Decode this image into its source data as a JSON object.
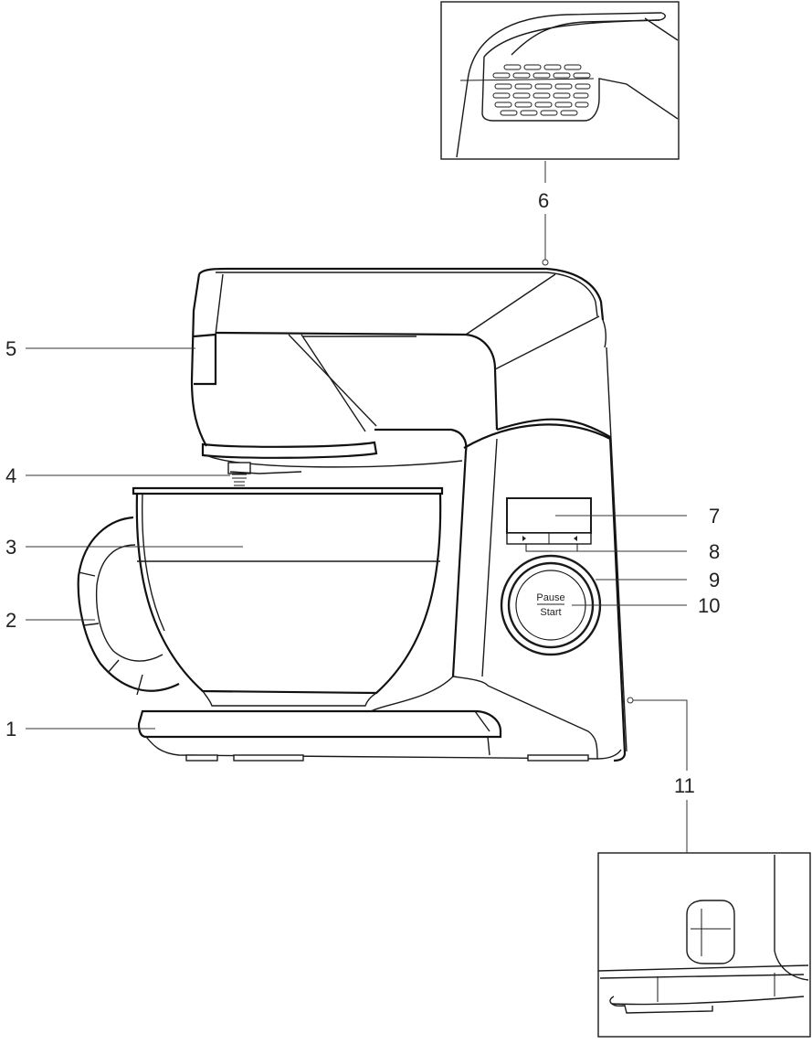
{
  "callouts": [
    {
      "number": "1"
    },
    {
      "number": "2"
    },
    {
      "number": "3"
    },
    {
      "number": "4"
    },
    {
      "number": "5"
    },
    {
      "number": "6"
    },
    {
      "number": "7"
    },
    {
      "number": "8"
    },
    {
      "number": "9"
    },
    {
      "number": "10"
    },
    {
      "number": "11"
    }
  ],
  "start_button": {
    "line1": "Pause",
    "line2": "Start"
  }
}
